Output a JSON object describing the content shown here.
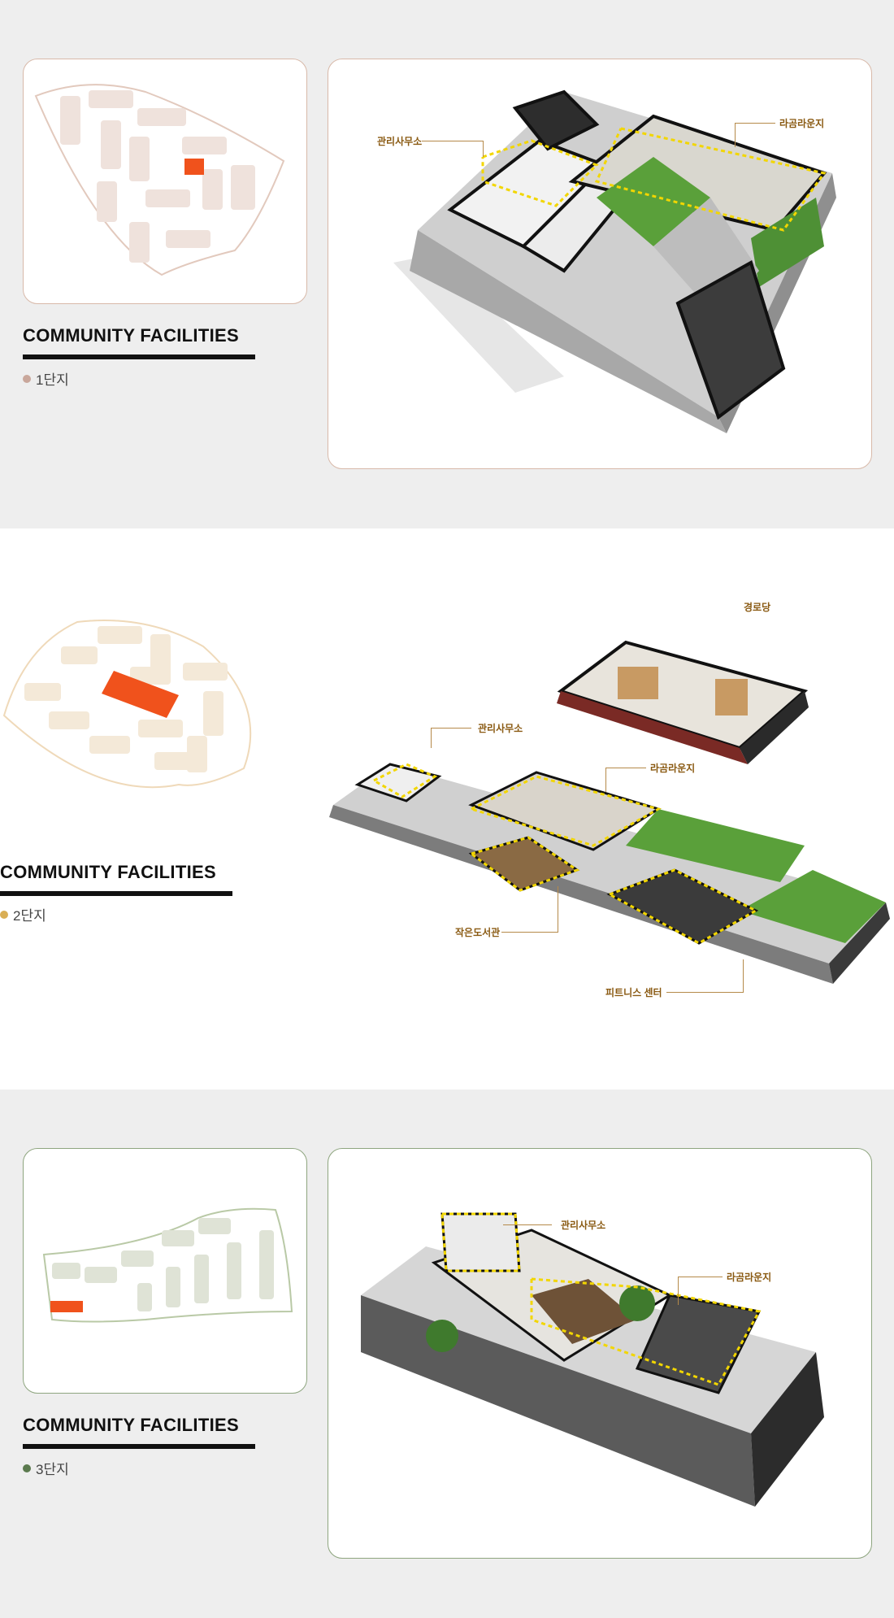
{
  "sections": [
    {
      "heading": "COMMUNITY FACILITIES",
      "complex_label": "1단지",
      "dot_color": "#c9a79b",
      "map_outline_color": "#e2c9bd",
      "map_building_color": "#efe2dc",
      "highlight_color": "#f0521c",
      "card_border_color": "#d8b9a9",
      "callouts": {
        "office": "관리사무소",
        "lounge": "라곰라운지"
      }
    },
    {
      "heading": "COMMUNITY FACILITIES",
      "complex_label": "2단지",
      "dot_color": "#d9ae55",
      "map_outline_color": "#efd9b9",
      "map_building_color": "#f4e9d8",
      "highlight_color": "#f0521c",
      "callouts": {
        "senior": "경로당",
        "office": "관리사무소",
        "lounge": "라곰라운지",
        "library": "작은도서관",
        "fitness": "피트니스 센터"
      }
    },
    {
      "heading": "COMMUNITY FACILITIES",
      "complex_label": "3단지",
      "dot_color": "#5b7a4e",
      "map_outline_color": "#b9c9a6",
      "map_building_color": "#dfe3d6",
      "highlight_color": "#f0521c",
      "card_border_color": "#8ea57f",
      "callouts": {
        "office": "관리사무소",
        "lounge": "라곰라운지"
      }
    }
  ]
}
